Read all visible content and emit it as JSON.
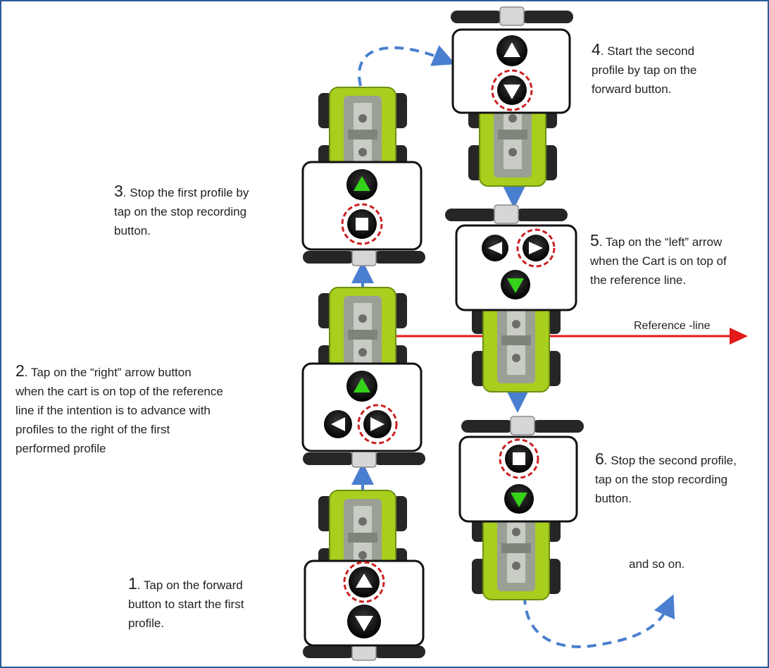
{
  "steps": [
    {
      "num": "1",
      "text": ". Tap on the forward\nbutton to start the first\nprofile."
    },
    {
      "num": "2",
      "text": ". Tap on the “right” arrow button\nwhen the cart is on top of the reference\nline if the intention is to advance with\nprofiles to the right of the first\nperformed profile"
    },
    {
      "num": "3",
      "text": ". Stop the first profile by\ntap on the stop recording\nbutton."
    },
    {
      "num": "4",
      "text": ". Start the second\nprofile by tap on the\nforward button."
    },
    {
      "num": "5",
      "text": ". Tap on the “left” arrow\nwhen the Cart is on top of\nthe reference line."
    },
    {
      "num": "6",
      "text": ". Stop the second profile,\ntap on the stop recording\nbutton."
    }
  ],
  "reference_line_label": "Reference -line",
  "footer_note": "and so on.",
  "colors": {
    "frame": "#2e5a9c",
    "arrow_blue": "#4a7fcf",
    "reference_red": "#e31a1a",
    "highlight_dash": "#cc1f1f",
    "cart_green": "#a8cf1e",
    "tire": "#262626",
    "button_active_green": "#35d21a"
  }
}
